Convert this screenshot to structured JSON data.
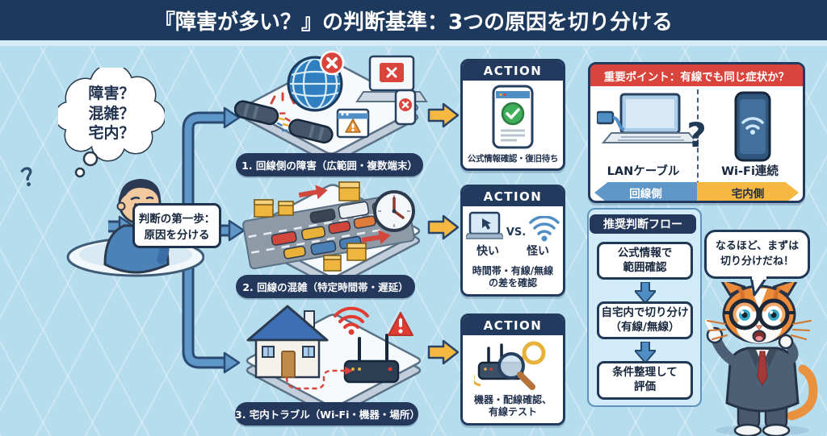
{
  "title": "『障害が多い？』の判断基準：3つの原因を切り分ける",
  "person": {
    "question_mark": "？",
    "thought": "障害？\n混雑？\n宅内？"
  },
  "decision_box": "判断の第一歩：\n原因を分ける",
  "causes": [
    {
      "label": "1. 回線側の障害（広範囲・複数端末）"
    },
    {
      "label": "2. 回線の混雑（特定時間帯・遅延）"
    },
    {
      "label": "3. 宅内トラブル（Wi-Fi・機器・場所）"
    }
  ],
  "actions": [
    {
      "header": "ACTION",
      "caption": "公式情報確認・復旧待ち"
    },
    {
      "header": "ACTION",
      "left_label": "快い",
      "vs_label": "VS.",
      "right_label": "怪い",
      "caption": "時間帯・有線/無線\nの差を確認"
    },
    {
      "header": "ACTION",
      "caption": "機器・配線確認、\n有線テスト"
    }
  ],
  "key_point": {
    "header": "重要ポイント：有線でも同じ症状か？",
    "question_mark": "?",
    "left_device_label": "LANケーブル",
    "right_device_label": "Wi-Fi連続",
    "left_arrow_label": "回線側",
    "right_arrow_label": "宅内側"
  },
  "flow": {
    "header": "推奨判断フロー",
    "steps": [
      {
        "label": "公式情報で\n範囲確認"
      },
      {
        "label": "自宅内で切り分け\n（有線/無線）"
      },
      {
        "label": "条件整理して\n評価"
      }
    ]
  },
  "cat": {
    "speech": "なるほど、まずは\n切り分けだね！"
  },
  "icons": {
    "globe-error-icon": "globe with red X badge",
    "broken-cable-icon": "severed cable with sparks",
    "laptop-error-icon": "laptop showing error",
    "phone-error-icon": "phone showing error",
    "warning-window-icon": "window with warning triangle",
    "traffic-jam-icon": "congested road with cars and packets",
    "clock-icon": "clock",
    "house-icon": "house",
    "router-icon": "Wi-Fi router",
    "wifi-warning-icon": "red Wi-Fi signal",
    "warning-triangle-icon": "red warning triangle",
    "phone-check-icon": "phone with green check",
    "laptop-vs-wifi-icon": "laptop versus Wi-Fi",
    "router-inspect-icon": "router with magnifier and LAN cable",
    "lan-laptop-icon": "laptop with LAN cable",
    "wifi-phone-icon": "smartphone with Wi-Fi",
    "thinking-person-icon": "puzzled person",
    "thought-bubble-icon": "thought cloud",
    "cat-character-icon": "cat mascot in suit"
  },
  "colors": {
    "title_bar": "#1d3a5e",
    "background": "#b6ddee",
    "navy": "#24385c",
    "red": "#d9453c",
    "yellow": "#f6b841",
    "blue": "#5e97c8"
  }
}
